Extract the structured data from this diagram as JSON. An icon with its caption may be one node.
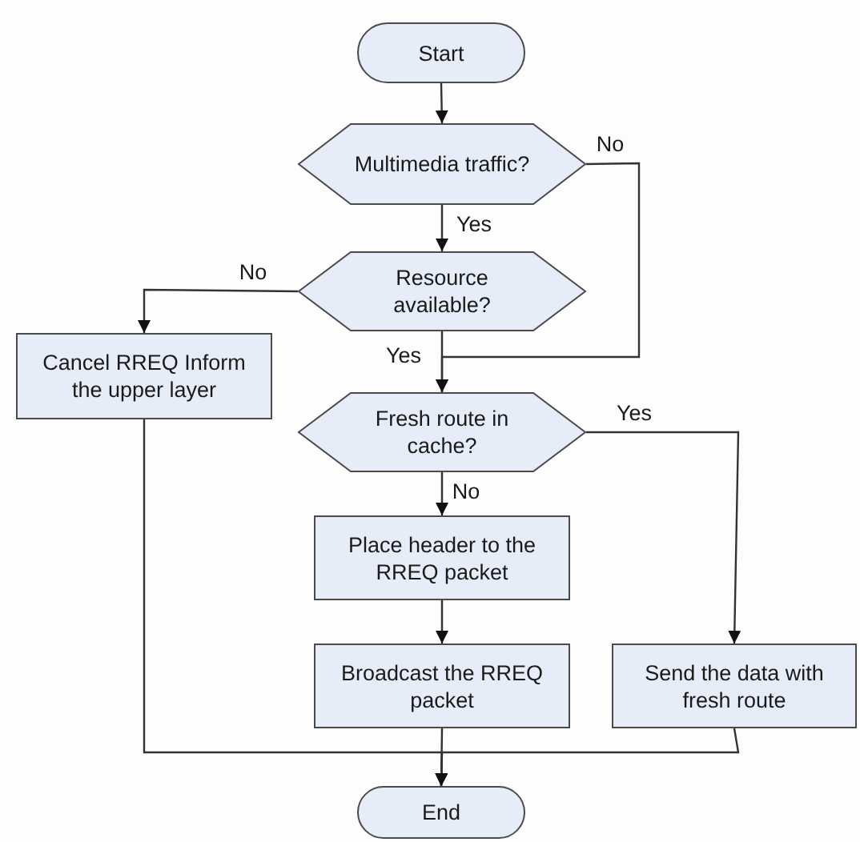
{
  "diagram": {
    "nodes": [
      {
        "text": [
          "Start"
        ]
      },
      {
        "text": [
          "Multimedia traffic?"
        ]
      },
      {
        "text": [
          "Resource available?"
        ]
      },
      {
        "text": [
          "Cancel RREQ Inform the upper layer"
        ]
      },
      {
        "text": [
          "Fresh route in cache?"
        ]
      },
      {
        "text": [
          "Place header to the RREQ packet"
        ]
      },
      {
        "text": [
          "Broadcast the RREQ packet"
        ]
      },
      {
        "text": [
          "Send the data with fresh route"
        ]
      },
      {
        "text": [
          "End"
        ]
      }
    ],
    "edges": [
      {
        "from": 0,
        "to": 1,
        "arrow": "to"
      },
      {
        "from": 1,
        "to": 2,
        "arrow": "to",
        "label": "Yes"
      },
      {
        "from": 1,
        "to": 4,
        "arrow": "to",
        "label": "No"
      },
      {
        "from": 2,
        "to": 3,
        "arrow": "to",
        "label": "No"
      },
      {
        "from": 2,
        "to": 4,
        "arrow": "to",
        "label": "Yes"
      },
      {
        "from": 4,
        "to": 5,
        "arrow": "to",
        "label": "No"
      },
      {
        "from": 4,
        "to": 7,
        "arrow": "to",
        "label": "Yes"
      },
      {
        "from": 5,
        "to": 6,
        "arrow": "to"
      },
      {
        "from": 6,
        "to": 8,
        "arrow": "to"
      },
      {
        "from": 3,
        "to": 8,
        "arrow": "to"
      },
      {
        "from": 7,
        "to": 8,
        "arrow": "to"
      }
    ]
  }
}
